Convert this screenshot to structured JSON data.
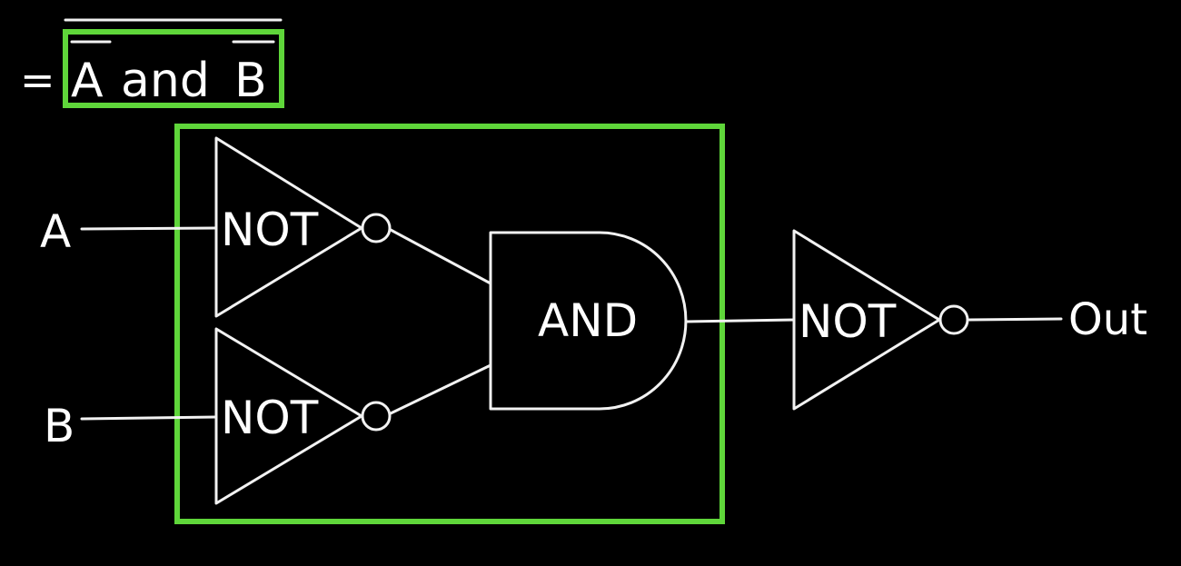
{
  "expression": {
    "equals": "=",
    "term_a": "A",
    "operator": "and",
    "term_b": "B"
  },
  "inputs": {
    "a": "A",
    "b": "B"
  },
  "output": "Out",
  "gates": {
    "not_a": "NOT",
    "not_b": "NOT",
    "and_gate": "AND",
    "not_out": "NOT"
  },
  "colors": {
    "highlight": "#5fd63a",
    "chalk": "#f2f2f2",
    "background": "#000000"
  }
}
